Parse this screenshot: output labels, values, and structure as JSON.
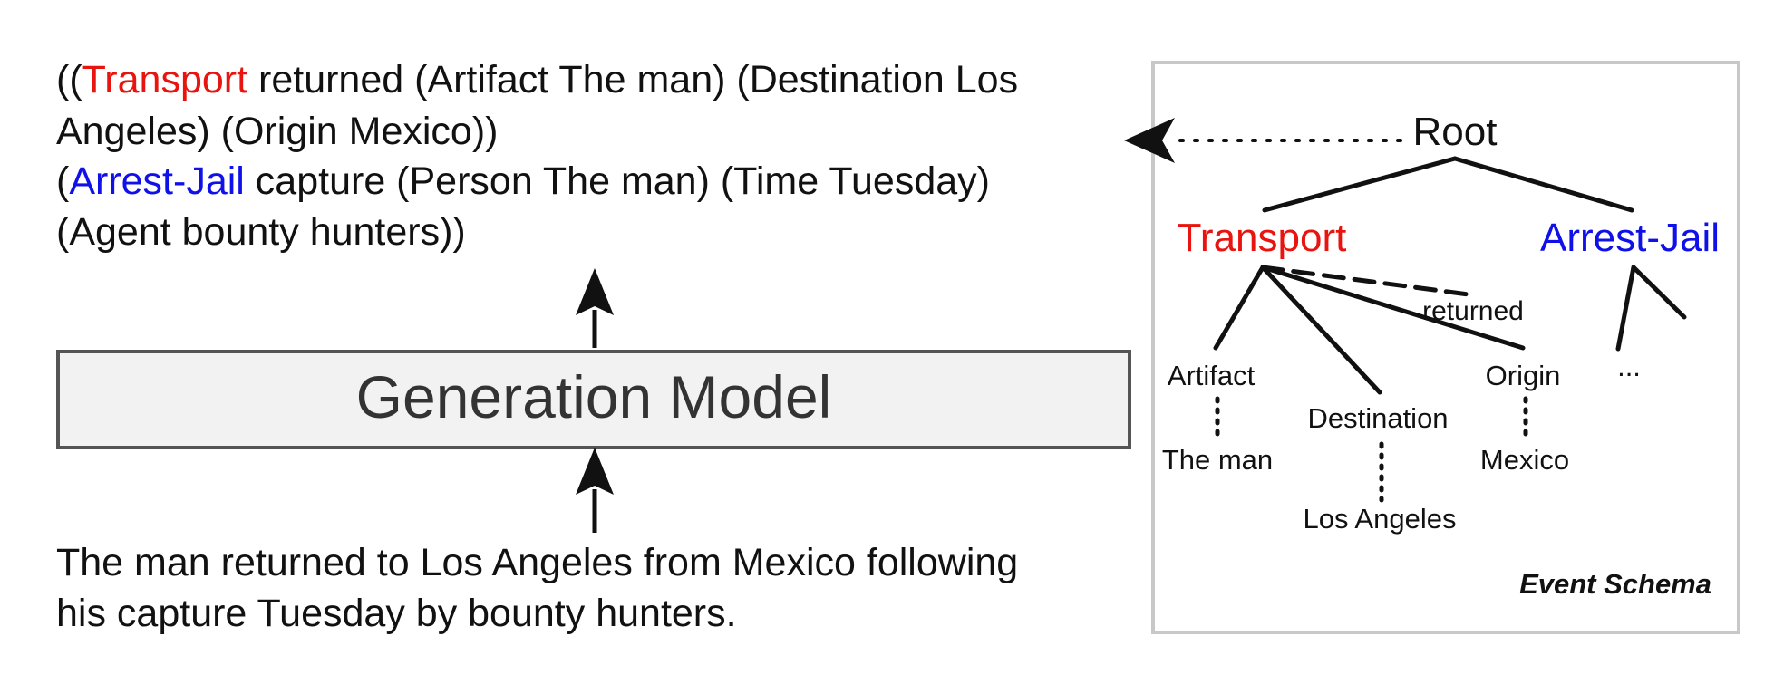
{
  "output": {
    "line1": {
      "open": "((",
      "event": "Transport",
      "rest": " returned (Artifact The man) (Destination Los"
    },
    "line2": "Angeles) (Origin Mexico))",
    "line3": {
      "open": "(",
      "event": "Arrest-Jail",
      "rest": " capture (Person The man) (Time Tuesday)"
    },
    "line4": "(Agent bounty hunters))"
  },
  "model": {
    "label": "Generation Model"
  },
  "input": {
    "line1": "The man returned to Los Angeles from Mexico following",
    "line2": "his capture Tuesday by bounty hunters."
  },
  "schema": {
    "root": "Root",
    "event1": "Transport",
    "event2": "Arrest-Jail",
    "trigger": "returned",
    "roles": {
      "artifact": "Artifact",
      "destination": "Destination",
      "origin": "Origin",
      "more": "..."
    },
    "args": {
      "artifact": "The man",
      "destination": "Los Angeles",
      "origin": "Mexico"
    },
    "caption": "Event Schema"
  },
  "colors": {
    "transport": "#e8140f",
    "arrest": "#1010e8",
    "box_fill": "#f2f2f2",
    "box_border": "#555555",
    "panel_border": "#c8c8c8"
  }
}
